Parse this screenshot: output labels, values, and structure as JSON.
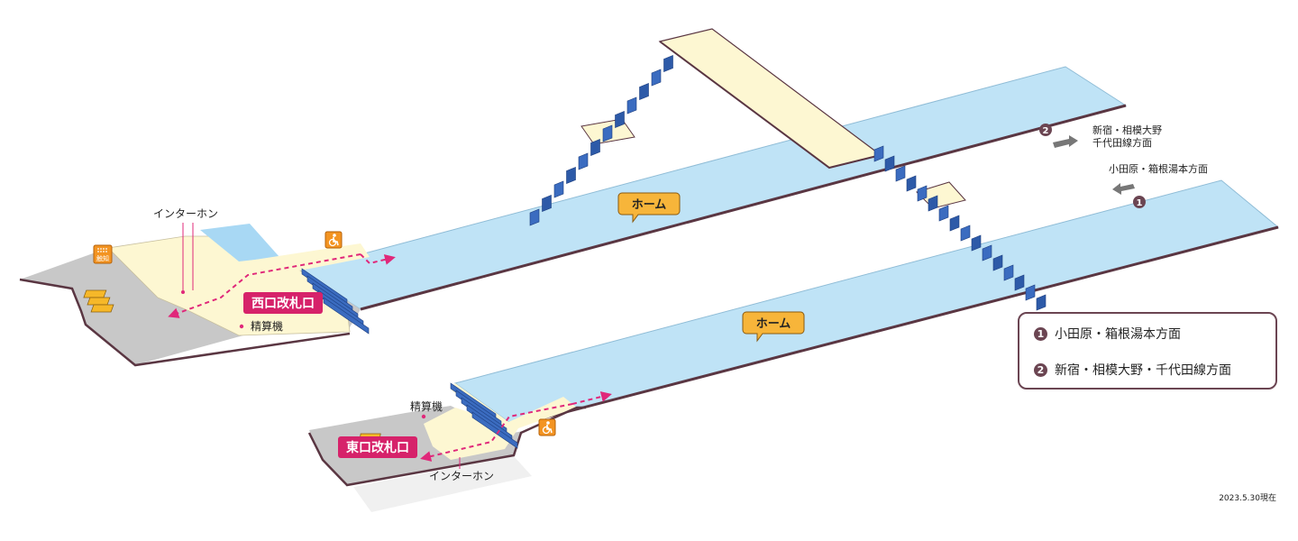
{
  "platform_label": "ホーム",
  "gates": {
    "west": "西口改札口",
    "east": "東口改札口"
  },
  "fare_adjustment": "精算機",
  "intercom": "インターホン",
  "tactile_label": "触知",
  "directions": {
    "odawara": {
      "num": "1",
      "text": "小田原・箱根湯本方面"
    },
    "shinjuku": {
      "num": "2",
      "line1": "新宿・相模大野",
      "line2": "千代田線方面"
    }
  },
  "legend": [
    {
      "num": "1",
      "text": "小田原・箱根湯本方面"
    },
    {
      "num": "2",
      "text": "新宿・相模大野・千代田線方面"
    }
  ],
  "date_note": "2023.5.30現在",
  "colors": {
    "platform": "#bfe3f6",
    "concourse": "#fdf7d2",
    "gate_badge": "#d6226a",
    "route": "#e0287a",
    "stair": "#2d5aa8",
    "outline": "#5a3642",
    "floor_gray": "#c8c8c8",
    "callout": "#f7b53a"
  },
  "icons": [
    "wheelchair-icon",
    "tactile-map-icon",
    "direction-arrow-icon"
  ]
}
